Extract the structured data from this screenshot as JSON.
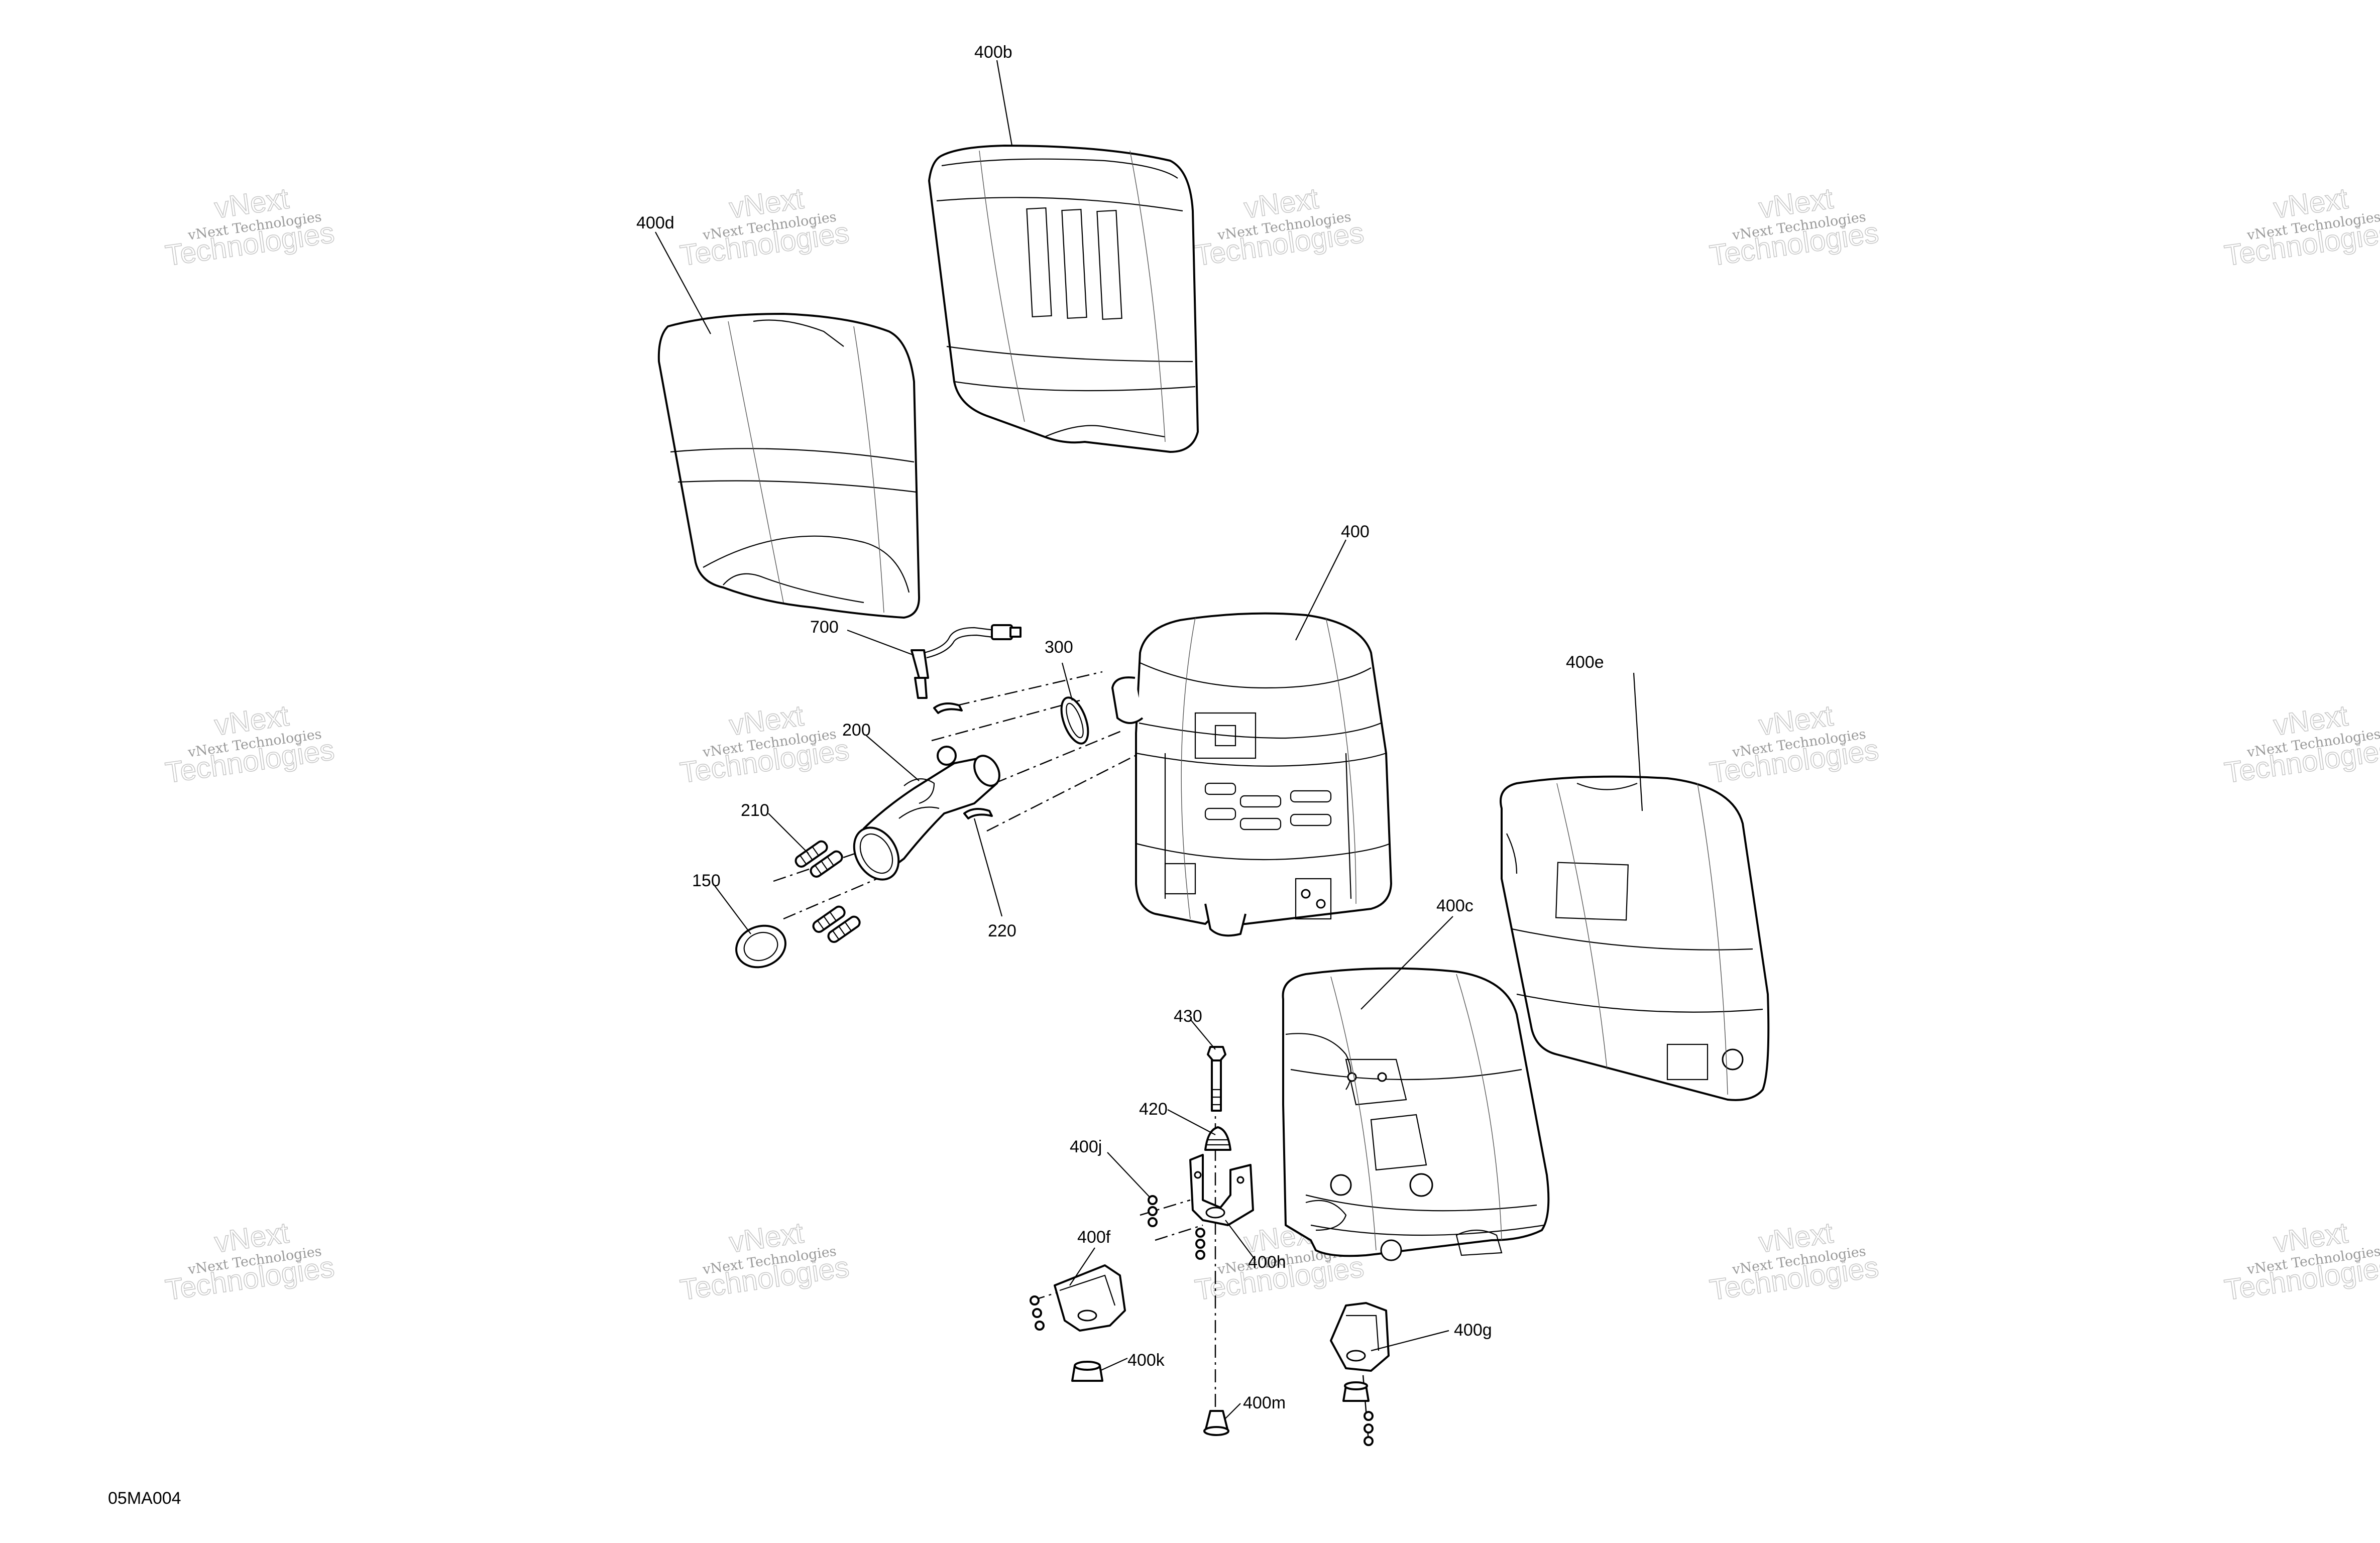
{
  "diagram_ref": "05MA004",
  "watermark": {
    "line1": "vNext Technologies",
    "line2": "vNext",
    "line3": "Technologies"
  },
  "callouts": {
    "c400b": "400b",
    "c400d": "400d",
    "c400": "400",
    "c400e": "400e",
    "c400c": "400c",
    "c700": "700",
    "c300": "300",
    "c200": "200",
    "c210": "210",
    "c150": "150",
    "c220": "220",
    "c430": "430",
    "c420": "420",
    "c400j": "400j",
    "c400f": "400f",
    "c400h": "400h",
    "c400k": "400k",
    "c400m": "400m",
    "c400g": "400g"
  }
}
